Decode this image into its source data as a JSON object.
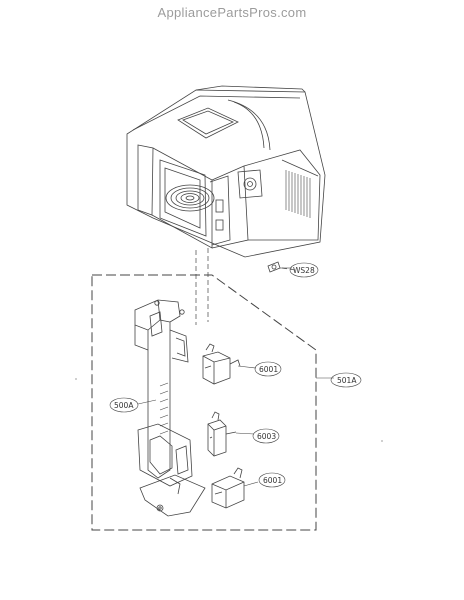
{
  "watermark": "AppliancePartsPros.com",
  "callouts": {
    "screw": "WS28",
    "assembly": "501A",
    "lever": "500A",
    "switch_top": "6001",
    "switch_middle": "6003",
    "switch_bottom": "6001"
  },
  "colors": {
    "line": "#444444",
    "watermark": "#9c9c9c",
    "background": "#ffffff"
  }
}
